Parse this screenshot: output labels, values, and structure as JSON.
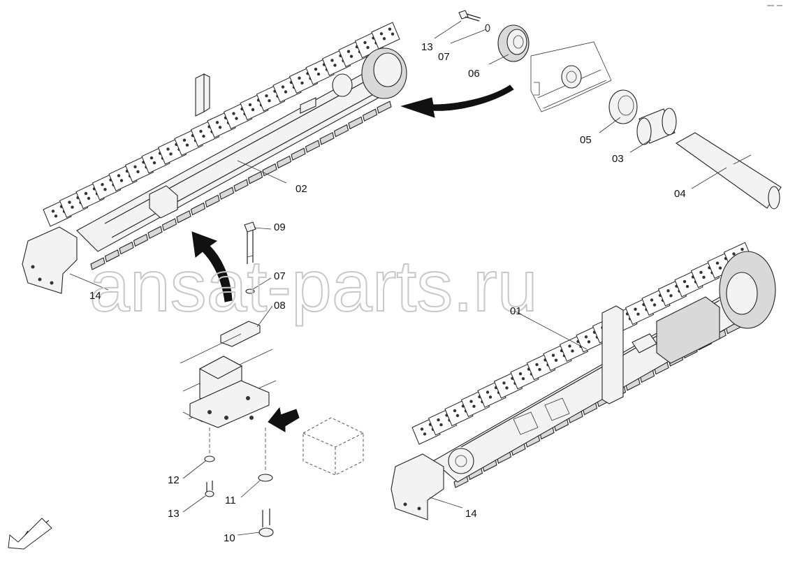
{
  "watermark": "ansat-parts.ru",
  "callouts": {
    "c01": "01",
    "c02": "02",
    "c03": "03",
    "c04": "04",
    "c05": "05",
    "c06": "06",
    "c07_top": "07",
    "c07_mid": "07",
    "c08": "08",
    "c09": "09",
    "c10": "10",
    "c11": "11",
    "c12": "12",
    "c13_top": "13",
    "c13_bottom": "13",
    "c14_left": "14",
    "c14_right": "14"
  },
  "icons": {
    "orientation_arrow": "arrow-down-left-icon",
    "assembly_arrow_left": "curved-arrow-icon",
    "assembly_arrow_up": "curved-arrow-icon",
    "insert_arrow": "arrow-left-icon"
  },
  "colors": {
    "line": "#222222",
    "watermark": "#c8c8c8",
    "background": "#ffffff"
  }
}
